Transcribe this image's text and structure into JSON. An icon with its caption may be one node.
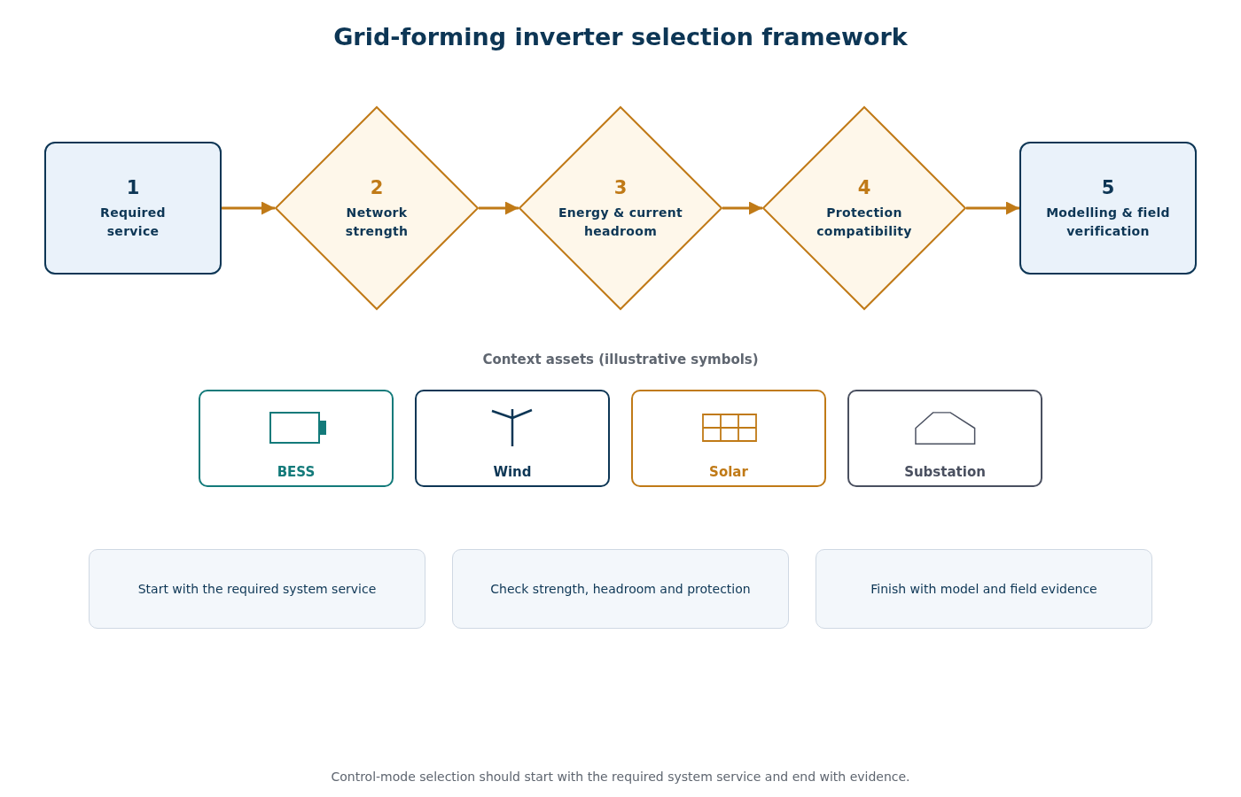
{
  "diagram": {
    "title": "Grid-forming inverter selection framework",
    "caption": "Control-mode selection should start with the required system service and end with evidence.",
    "nodes": [
      {
        "text": [
          "1",
          "Required service"
        ]
      },
      {
        "text": [
          "2",
          "Network strength"
        ]
      },
      {
        "text": [
          "3",
          "Energy & current headroom"
        ]
      },
      {
        "text": [
          "4",
          "Protection compatibility"
        ]
      },
      {
        "text": [
          "5",
          "Modelling & field verification"
        ]
      },
      {
        "text": [
          "BESS"
        ]
      },
      {
        "text": [
          "Wind"
        ]
      },
      {
        "text": [
          "Solar"
        ]
      },
      {
        "text": [
          "Substation"
        ]
      },
      {
        "text": [
          "Start with the required system service"
        ]
      },
      {
        "text": [
          "Check strength, headroom and protection"
        ]
      },
      {
        "text": [
          "Finish with model and field evidence"
        ]
      }
    ],
    "edges": [
      {
        "from": 0,
        "to": 1,
        "arrow": "to"
      },
      {
        "from": 1,
        "to": 2,
        "arrow": "to"
      },
      {
        "from": 2,
        "to": 3,
        "arrow": "to"
      },
      {
        "from": 3,
        "to": 4,
        "arrow": "to"
      }
    ],
    "labels": [
      "Context assets (illustrative symbols)"
    ]
  }
}
